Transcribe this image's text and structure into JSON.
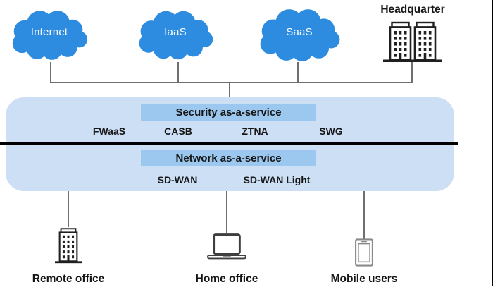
{
  "colors": {
    "cloud": "#2D8CDF",
    "cloud_text": "#FFFFFF",
    "box_fill": "#CDDFF4",
    "bar_fill": "#9CC8EF",
    "text_dark": "#161616",
    "connector": "#6F6F6F",
    "divider": "#000000",
    "icon_dark": "#1F1F1F",
    "icon_mid": "#3F3F3F",
    "icon_gray": "#8A8A8A"
  },
  "clouds": [
    {
      "label": "Internet"
    },
    {
      "label": "IaaS"
    },
    {
      "label": "SaaS"
    }
  ],
  "headquarter": {
    "label": "Headquarter",
    "icon": "headquarter-building-icon"
  },
  "platform": {
    "security": {
      "title": "Security as-a-service",
      "items": [
        "FWaaS",
        "CASB",
        "ZTNA",
        "SWG"
      ]
    },
    "network": {
      "title": "Network as-a-service",
      "items": [
        "SD-WAN",
        "SD-WAN Light"
      ]
    }
  },
  "endpoints": [
    {
      "label": "Remote office",
      "icon": "office-building-icon"
    },
    {
      "label": "Home office",
      "icon": "laptop-icon"
    },
    {
      "label": "Mobile users",
      "icon": "smartphone-icon"
    }
  ]
}
